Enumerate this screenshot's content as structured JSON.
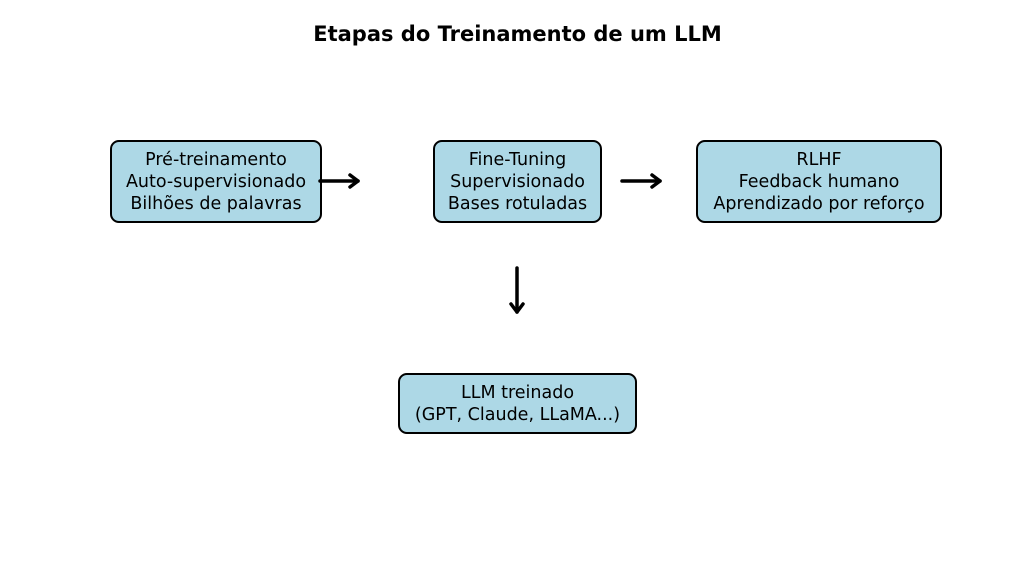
{
  "title": "Etapas do Treinamento de um LLM",
  "nodes": {
    "pretraining": {
      "lines": [
        "Pré-treinamento",
        "Auto-supervisionado",
        "Bilhões de palavras"
      ]
    },
    "finetuning": {
      "lines": [
        "Fine-Tuning",
        "Supervisionado",
        "Bases rotuladas"
      ]
    },
    "rlhf": {
      "lines": [
        "RLHF",
        "Feedback humano",
        "Aprendizado por reforço"
      ]
    },
    "result": {
      "lines": [
        "LLM treinado",
        "(GPT, Claude, LLaMA...)"
      ]
    }
  },
  "edges": [
    {
      "from": "pretraining",
      "to": "finetuning"
    },
    {
      "from": "finetuning",
      "to": "rlhf"
    },
    {
      "from": "finetuning",
      "to": "result"
    }
  ],
  "colors": {
    "box_fill": "#add8e6",
    "stroke": "#000000"
  }
}
